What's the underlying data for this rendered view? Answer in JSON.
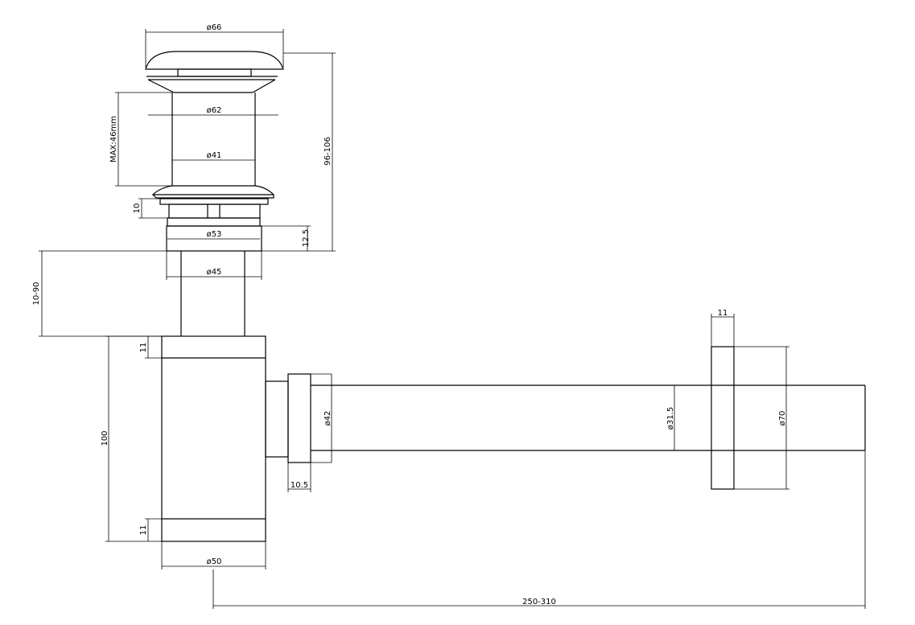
{
  "drawing": {
    "dimensions": {
      "cap_diameter": "ø66",
      "flange_diameter": "ø62",
      "body_diameter": "ø41",
      "max_height": "MAX:46mm",
      "total_height": "96-106",
      "nut_height": "10",
      "thread_diameter": "ø53",
      "thread_length": "12.5",
      "pipe_diameter": "ø45",
      "pipe_length": "10-90",
      "trap_top_band": "11",
      "trap_height": "100",
      "trap_bottom_band": "11",
      "trap_diameter": "ø50",
      "outlet_nut_diameter": "ø42",
      "outlet_nut_width": "10.5",
      "outlet_pipe_diameter": "ø31.5",
      "wall_flange_width": "11",
      "wall_flange_diameter": "ø70",
      "outlet_length": "250-310"
    }
  }
}
